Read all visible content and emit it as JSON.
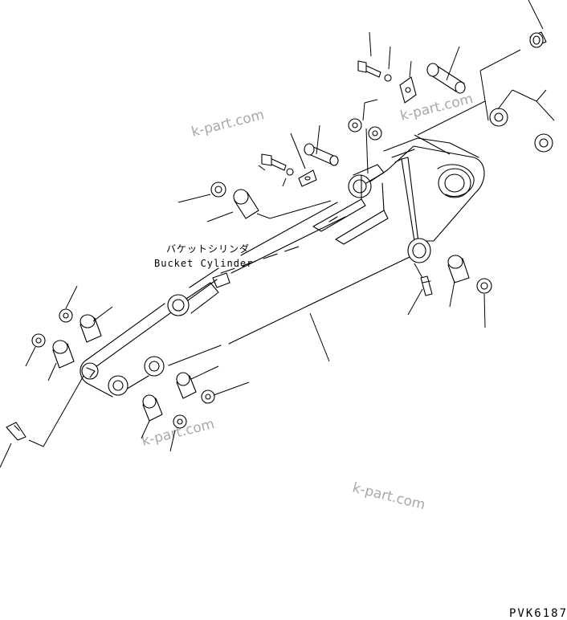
{
  "diagram": {
    "label_jp": "バケットシリンダ",
    "label_en": "Bucket Cylinder",
    "watermarks": [
      "k-part.com",
      "k-part.com",
      "k-part.com",
      "k-part.com"
    ],
    "drawing_code": "PVK6187"
  }
}
